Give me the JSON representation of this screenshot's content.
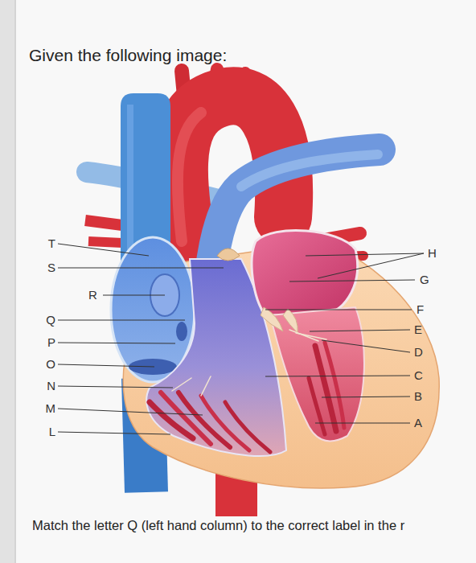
{
  "diagram": {
    "title": "Given the following image:",
    "caption": "Match the letter Q (left hand column) to the correct label in the r",
    "labels": [
      "T",
      "S",
      "R",
      "Q",
      "P",
      "O",
      "N",
      "M",
      "L",
      "H",
      "G",
      "F",
      "E",
      "D",
      "C",
      "B",
      "A"
    ]
  }
}
